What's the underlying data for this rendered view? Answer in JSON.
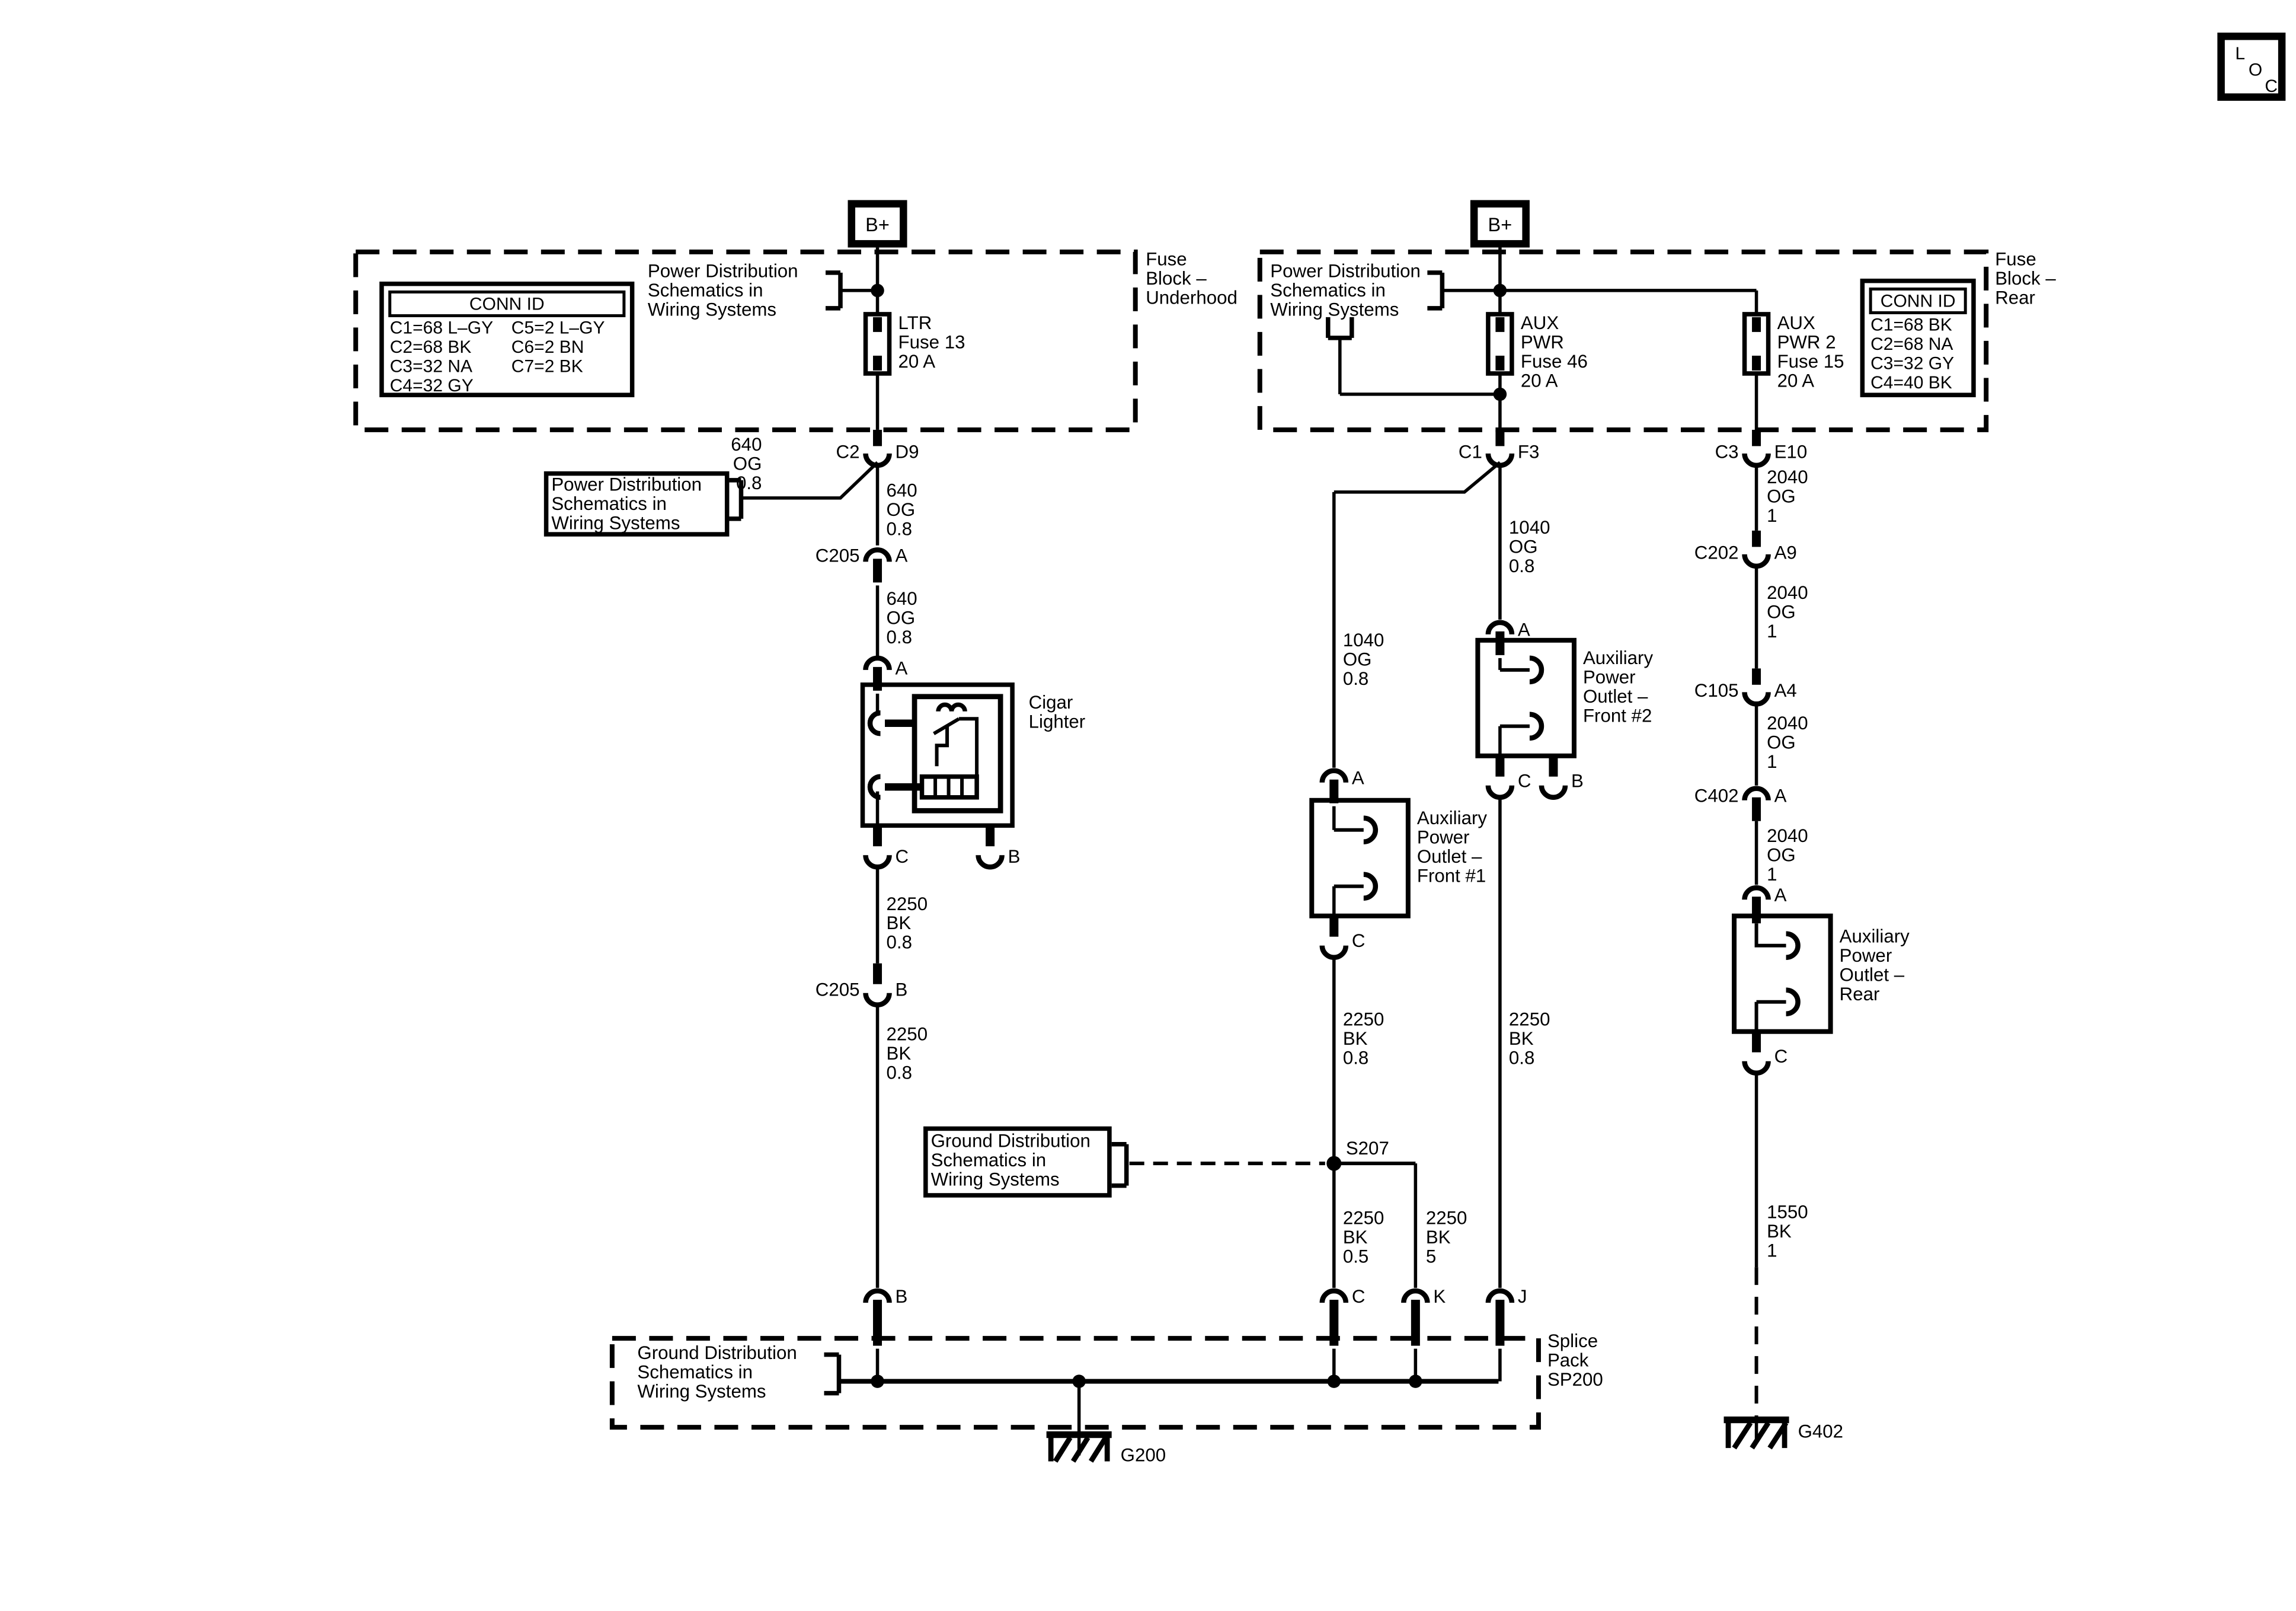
{
  "loc": {
    "l": "L",
    "o": "O",
    "c": "C"
  },
  "fbu": {
    "b_plus": "B+",
    "pd_note": "Power Distribution\nSchematics in\nWiring Systems",
    "fuse": "LTR\nFuse 13\n20 A",
    "conn_title": "CONN ID",
    "conn_rows": [
      [
        "C1=68 L–GY",
        "C5=2 L–GY"
      ],
      [
        "C2=68 BK",
        "C6=2 BN"
      ],
      [
        "C3=32 NA",
        "C7=2 BK"
      ],
      [
        "C4=32 GY",
        ""
      ]
    ],
    "label": "Fuse\nBlock –\nUnderhood"
  },
  "fbr": {
    "b_plus": "B+",
    "pd_note": "Power Distribution\nSchematics in\nWiring Systems",
    "fuse46": "AUX\nPWR\nFuse 46\n20 A",
    "fuse15": "AUX\nPWR 2\nFuse 15\n20 A",
    "conn_title": "CONN ID",
    "conn_rows": [
      "C1=68 BK",
      "C2=68 NA",
      "C3=32 GY",
      "C4=40 BK"
    ],
    "label": "Fuse\nBlock –\nRear"
  },
  "left": {
    "w640_a": "640\nOG\n0.8",
    "conn_c2": "C2",
    "pin_d9": "D9",
    "pd_box": "Power Distribution\nSchematics in\nWiring Systems",
    "w640_b": "640\nOG\n0.8",
    "conn_c205_a": "C205",
    "pin_a": "A",
    "w640_c": "640\nOG\n0.8",
    "pin_a2": "A",
    "name": "Cigar\nLighter",
    "pin_c": "C",
    "pin_b": "B",
    "w2250_a": "2250\nBK\n0.8",
    "conn_c205_b": "C205",
    "pin_b2": "B",
    "w2250_b": "2250\nBK\n0.8",
    "pin_b3": "B"
  },
  "mid": {
    "conn_c1": "C1",
    "pin_f3": "F3",
    "w1040_a": "1040\nOG\n0.8",
    "w1040_b": "1040\nOG\n0.8",
    "out2_pin_a": "A",
    "out2_name": "Auxiliary\nPower\nOutlet –\nFront #2",
    "out2_pin_c": "C",
    "out2_pin_b": "B",
    "out1_pin_a": "A",
    "out1_name": "Auxiliary\nPower\nOutlet –\nFront #1",
    "out1_pin_c": "C",
    "w2250_left": "2250\nBK\n0.8",
    "w2250_right": "2250\nBK\n0.8",
    "gd_box": "Ground Distribution\nSchematics in\nWiring Systems",
    "splice": "S207",
    "w2250_05": "2250\nBK\n0.5",
    "w2250_5": "2250\nBK\n5",
    "pin_c": "C",
    "pin_k": "K",
    "pin_j": "J"
  },
  "right": {
    "conn_c3": "C3",
    "pin_e10": "E10",
    "w2040_a": "2040\nOG\n1",
    "conn_c202": "C202",
    "pin_a9": "A9",
    "w2040_b": "2040\nOG\n1",
    "conn_c105": "C105",
    "pin_a4": "A4",
    "w2040_c": "2040\nOG\n1",
    "conn_c402": "C402",
    "pin_a": "A",
    "w2040_d": "2040\nOG\n1",
    "pin_a2": "A",
    "name": "Auxiliary\nPower\nOutlet –\nRear",
    "pin_c": "C",
    "w1550": "1550\nBK\n1",
    "ground": "G402"
  },
  "bottom": {
    "gd_note": "Ground Distribution\nSchematics in\nWiring Systems",
    "splice_pack": "Splice\nPack\nSP200",
    "ground": "G200"
  }
}
